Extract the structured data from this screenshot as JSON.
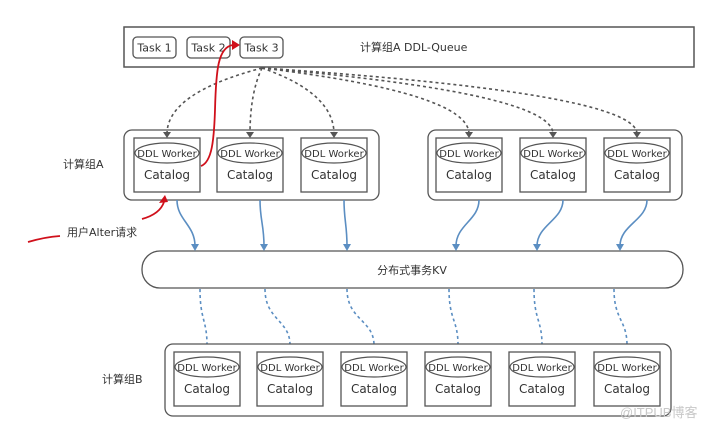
{
  "queue": {
    "title": "计算组A DDL-Queue",
    "tasks": [
      "Task 1",
      "Task 2",
      "Task 3"
    ]
  },
  "group_a": {
    "label": "计算组A",
    "nodes": [
      {
        "worker": "DDL Worker",
        "catalog": "Catalog"
      },
      {
        "worker": "DDL Worker",
        "catalog": "Catalog"
      },
      {
        "worker": "DDL Worker",
        "catalog": "Catalog"
      },
      {
        "worker": "DDL Worker",
        "catalog": "Catalog"
      },
      {
        "worker": "DDL Worker",
        "catalog": "Catalog"
      },
      {
        "worker": "DDL Worker",
        "catalog": "Catalog"
      }
    ]
  },
  "kv": {
    "label": "分布式事务KV"
  },
  "group_b": {
    "label": "计算组B",
    "nodes": [
      {
        "worker": "DDL Worker",
        "catalog": "Catalog"
      },
      {
        "worker": "DDL Worker",
        "catalog": "Catalog"
      },
      {
        "worker": "DDL Worker",
        "catalog": "Catalog"
      },
      {
        "worker": "DDL Worker",
        "catalog": "Catalog"
      },
      {
        "worker": "DDL Worker",
        "catalog": "Catalog"
      },
      {
        "worker": "DDL Worker",
        "catalog": "Catalog"
      }
    ]
  },
  "annotation": {
    "alter_request": "用户Alter请求"
  },
  "watermark": "@ITPUB博客",
  "colors": {
    "border": "#555555",
    "dashed_arrow": "#555555",
    "blue_arrow": "#5b8ec2",
    "red_arrow": "#d0101b"
  }
}
